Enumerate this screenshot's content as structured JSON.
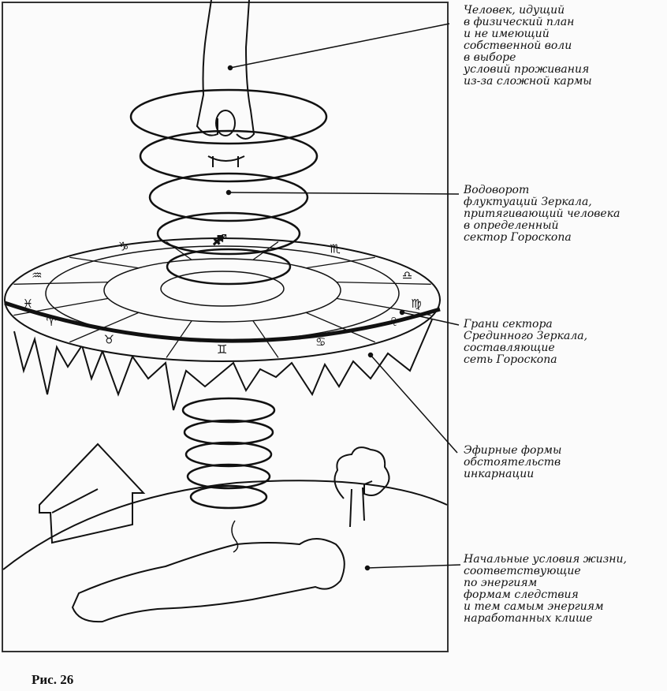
{
  "annotations": {
    "person": [
      "Человек, идущий",
      "в физический план",
      "и не имеющий",
      "собственной воли",
      "в выборе",
      "условий проживания",
      "из-за сложной кармы"
    ],
    "whirlpool": [
      "Водоворот",
      "флуктуаций Зеркала,",
      "притягивающий человека",
      "в определенный",
      "сектор Гороскопа"
    ],
    "sector": [
      "Грани сектора",
      "Срединного Зеркала,",
      "составляющие",
      "сеть Гороскопа"
    ],
    "ether": [
      "Эфирные формы",
      "обстоятельств",
      "инкарнации"
    ],
    "initial": [
      "Начальные условия жизни,",
      "соответствующие",
      "по энергиям",
      "формам следствия",
      "и тем самым энергиям",
      "наработанных клише"
    ]
  },
  "zodiac_signs": [
    "♓",
    "♒",
    "♑",
    "♐",
    "♏",
    "♎",
    "♍",
    "♌",
    "♋",
    "♊",
    "♉",
    "♈"
  ],
  "caption": "Рис. 26"
}
